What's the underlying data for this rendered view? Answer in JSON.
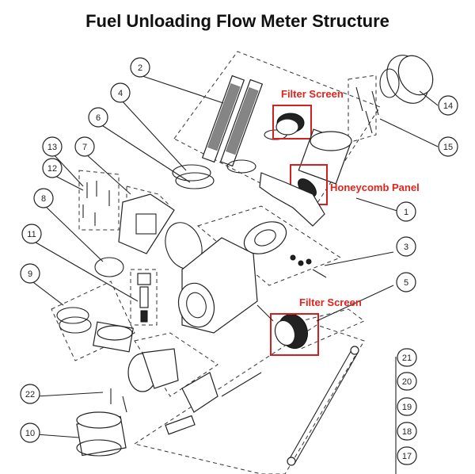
{
  "title": "Fuel Unloading Flow Meter Structure",
  "callouts": {
    "filter_screen_top": "Filter Screen",
    "honeycomb_panel": "Honeycomb Panel",
    "filter_screen_mid": "Filter Screen"
  },
  "part_numbers": [
    "1",
    "2",
    "3",
    "4",
    "5",
    "6",
    "7",
    "8",
    "9",
    "10",
    "11",
    "12",
    "13",
    "14",
    "15",
    "17",
    "18",
    "19",
    "20",
    "21",
    "22"
  ],
  "colors": {
    "highlight": "#e0231c",
    "line": "#222222"
  }
}
